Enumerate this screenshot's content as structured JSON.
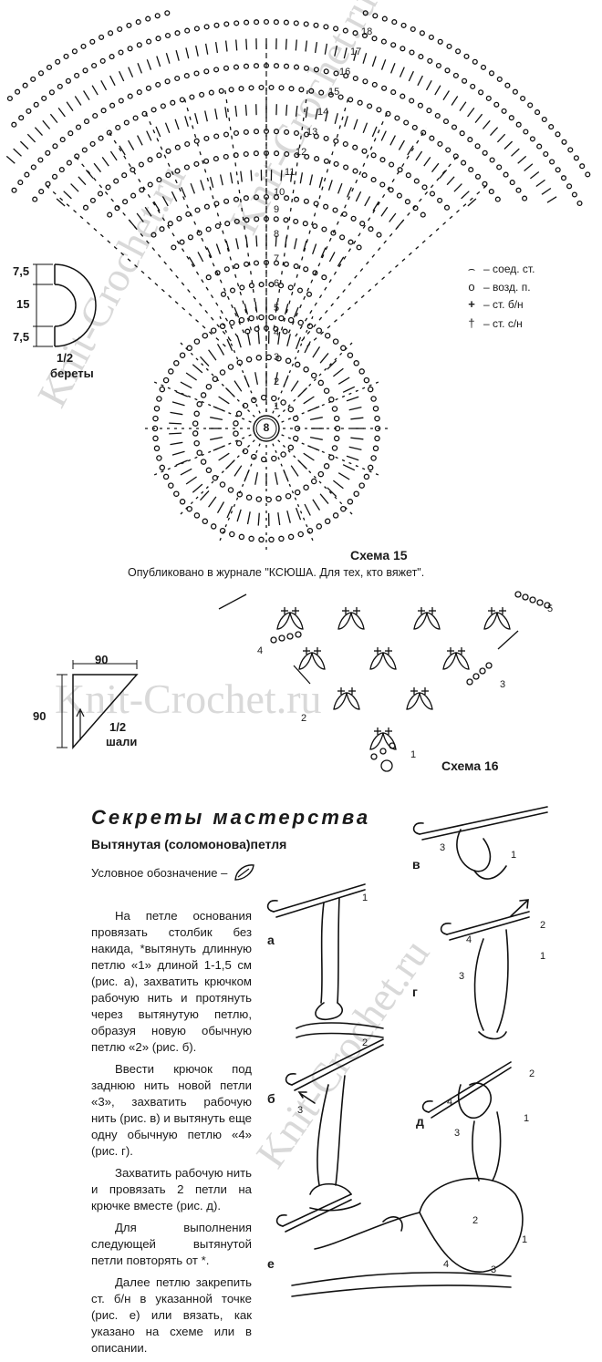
{
  "watermarks": [
    "Knit-Crochet.ru",
    "Knit-Crochet.ru",
    "Knit-Crochet.ru",
    "Knit-Crochet.ru"
  ],
  "beret": {
    "dims": [
      "7,5",
      "15",
      "7,5"
    ],
    "caption": [
      "1/2",
      "береты"
    ]
  },
  "scheme15": {
    "title": "Схема 15",
    "center_number": "8",
    "row_numbers": [
      "1",
      "2",
      "3",
      "4",
      "5",
      "6",
      "7",
      "8",
      "9",
      "10",
      "11",
      "12",
      "13",
      "14",
      "15",
      "16",
      "17",
      "18"
    ]
  },
  "legend": [
    {
      "icon": "slip-stitch-icon",
      "symbol": "⌢",
      "label": "– соед. ст."
    },
    {
      "icon": "chain-stitch-icon",
      "symbol": "o",
      "label": "– возд. п."
    },
    {
      "icon": "single-crochet-icon",
      "symbol": "+",
      "label": "– ст. б/н"
    },
    {
      "icon": "double-crochet-icon",
      "symbol": "†",
      "label": "– ст. с/н"
    }
  ],
  "published": "Опубликовано в журнале \"КСЮША. Для тех, кто вяжет\".",
  "shawl": {
    "dims": [
      "90",
      "90"
    ],
    "caption": [
      "1/2",
      "шали"
    ]
  },
  "scheme16": {
    "title": "Схема 16",
    "row_numbers": [
      "1",
      "2",
      "3",
      "4",
      "5"
    ]
  },
  "secrets": {
    "title": "Секреты мастерства",
    "subtitle": "Вытянутая (соломонова)петля",
    "symbol_label": "Условное обозначение –",
    "paragraphs": [
      "На петле основания провязать столбик без накида, *вытянуть длинную петлю «1» длиной 1-1,5 см (рис. а), захватить крючком рабочую нить и протянуть через вытянутую петлю, образуя новую обычную петлю «2» (рис. б).",
      "Ввести крючок под заднюю нить новой петли «3», захватить рабочую нить (рис. в) и вытянуть еще одну обычную петлю «4» (рис. г).",
      "Захватить рабочую нить и провязать 2 петли на крючке вместе (рис. д).",
      "Для выполнения следующей вытянутой петли повторять от *.",
      "Далее петлю закрепить ст. б/н в указанной точке (рис. е) или вязать, как указано на схеме или в описании."
    ],
    "figures": [
      {
        "letter": "а",
        "labels": [
          "1"
        ]
      },
      {
        "letter": "б",
        "labels": [
          "2",
          "3"
        ]
      },
      {
        "letter": "в",
        "labels": [
          "1",
          "3"
        ]
      },
      {
        "letter": "г",
        "labels": [
          "4",
          "2",
          "1",
          "3"
        ]
      },
      {
        "letter": "д",
        "labels": [
          "2",
          "4",
          "3",
          "1"
        ]
      },
      {
        "letter": "е",
        "labels": [
          "2",
          "1",
          "4",
          "3"
        ]
      }
    ]
  }
}
